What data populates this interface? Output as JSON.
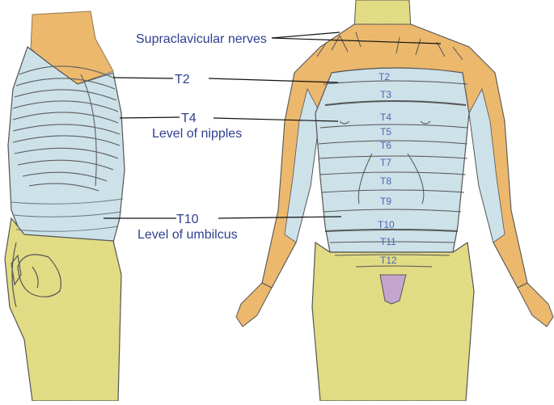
{
  "labels": {
    "supraclavicular": "Supraclavicular nerves",
    "t2": "T2",
    "t4": "T4",
    "t4_note": "Level of nipples",
    "t10": "T10",
    "t10_note": "Level of umbilcus"
  },
  "segments": [
    "T2",
    "T3",
    "T4",
    "T5",
    "T6",
    "T7",
    "T8",
    "T9",
    "T10",
    "T11",
    "T12"
  ],
  "colors": {
    "dermatome_blue": "#cfe6ee",
    "cervical_orange": "#f2b85c",
    "lumbar_yellow": "#e6e07a",
    "sacral_purple": "#c6a2cf",
    "outline": "#3a3a3a",
    "label_text": "#2e3f8f"
  }
}
